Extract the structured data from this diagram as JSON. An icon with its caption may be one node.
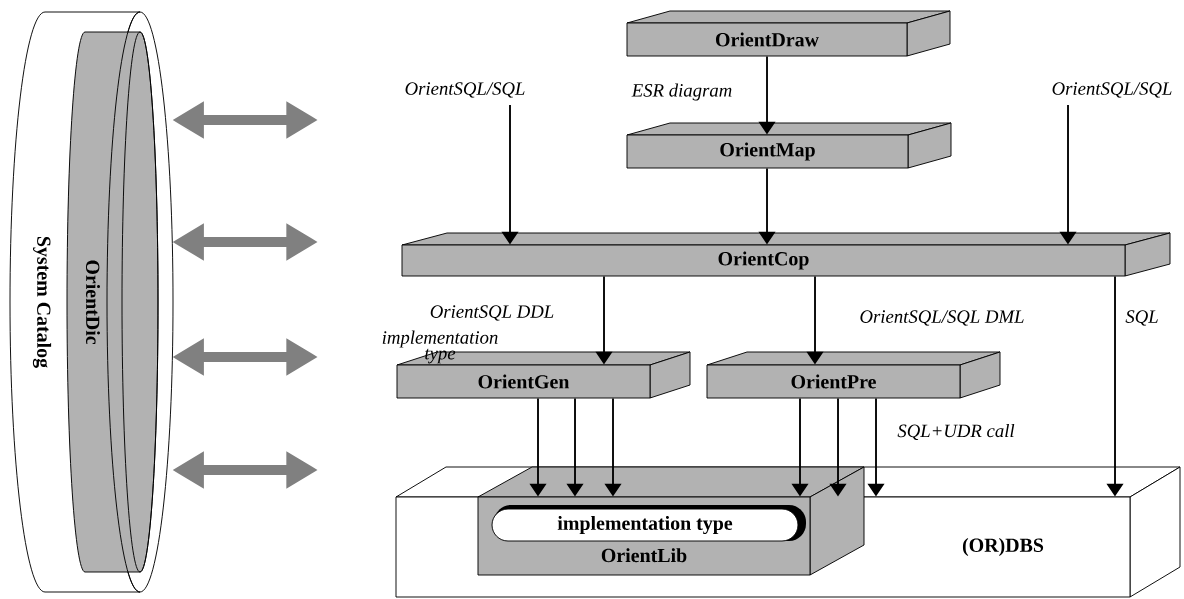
{
  "diagram": {
    "nodes": [
      {
        "text": [
          "System Catalog"
        ]
      },
      {
        "text": [
          "OrientDic"
        ],
        "in": 0
      },
      {
        "text": [
          "OrientDraw"
        ]
      },
      {
        "text": [
          "OrientMap"
        ]
      },
      {
        "text": [
          "OrientCop"
        ]
      },
      {
        "text": [
          "OrientGen"
        ]
      },
      {
        "text": [
          "OrientPre"
        ]
      },
      {
        "text": [
          "(OR)DBS"
        ]
      },
      {
        "text": [
          "OrientLib"
        ],
        "in": 7
      },
      {
        "text": [
          "implementation type"
        ],
        "in": 8
      }
    ],
    "edges": [
      {
        "from": null,
        "to": 4,
        "arrow": "to",
        "label": "OrientSQL/SQL"
      },
      {
        "from": 2,
        "to": 3,
        "arrow": "to",
        "label": "ESR diagram"
      },
      {
        "from": 3,
        "to": 4,
        "arrow": "to"
      },
      {
        "from": null,
        "to": 4,
        "arrow": "to",
        "label": "OrientSQL/SQL"
      },
      {
        "from": 4,
        "to": 5,
        "arrow": "to",
        "label": "OrientSQL DDL"
      },
      {
        "from": 4,
        "to": 6,
        "arrow": "to",
        "label": "OrientSQL/SQL DML"
      },
      {
        "from": 4,
        "to": 7,
        "arrow": "to",
        "label": "SQL"
      },
      {
        "from": 5,
        "to": 8,
        "arrow": "to",
        "label": "implementation type"
      },
      {
        "from": 5,
        "to": 8,
        "arrow": "to"
      },
      {
        "from": 5,
        "to": 8,
        "arrow": "to"
      },
      {
        "from": 6,
        "to": 8,
        "arrow": "to"
      },
      {
        "from": 6,
        "to": 8,
        "arrow": "to"
      },
      {
        "from": 6,
        "to": 7,
        "arrow": "to",
        "label": "SQL+UDR call"
      },
      {
        "from": 0,
        "to": null,
        "arrow": "both",
        "style": "thick",
        "color": "#808080"
      },
      {
        "from": 0,
        "to": null,
        "arrow": "both",
        "style": "thick",
        "color": "#808080"
      },
      {
        "from": 0,
        "to": null,
        "arrow": "both",
        "style": "thick",
        "color": "#808080"
      },
      {
        "from": 0,
        "to": null,
        "arrow": "both",
        "style": "thick",
        "color": "#808080"
      }
    ]
  }
}
